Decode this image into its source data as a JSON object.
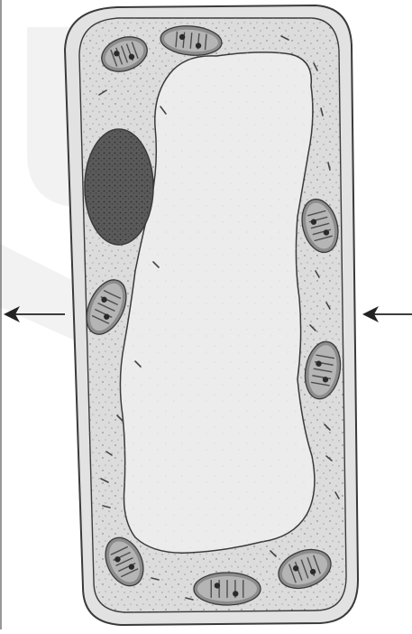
{
  "diagram": {
    "subject": "plant-cell",
    "labels": [],
    "pointers": [
      {
        "side": "left",
        "direction": "left"
      },
      {
        "side": "right",
        "direction": "left"
      }
    ],
    "colors": {
      "outline": "#3a3a3a",
      "cell_wall": "#e2e2e2",
      "cytoplasm": "#dcdcdc",
      "vacuole": "#ececec",
      "nucleus": "#5a5a5a",
      "chloroplast": "#8c8c8c",
      "chloroplast_inner": "#b5b5b5",
      "watermark_red": "#f3d6d6",
      "watermark_green": "#d8ecd8",
      "watermark_gray": "#f1f1f1"
    }
  }
}
